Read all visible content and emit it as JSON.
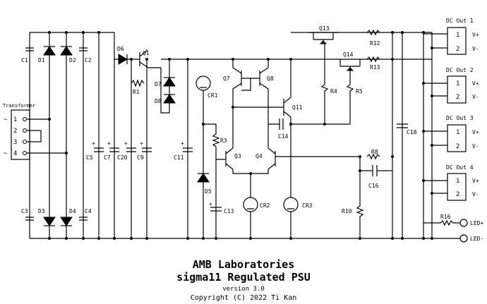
{
  "title": {
    "company": "AMB Laboratories",
    "product": "sigma11 Regulated PSU",
    "version": "version 3.0",
    "copyright": "Copyright (C) 2022 Ti Kan"
  },
  "transformer": {
    "label": "Transformer",
    "pins": [
      "1",
      "2",
      "3",
      "4"
    ],
    "ac_symbol": "~"
  },
  "components": {
    "C1": "C1",
    "C2": "C2",
    "C3": "C3",
    "C4": "C4",
    "D1": "D1",
    "D2": "D2",
    "D3": "D3",
    "D4": "D4",
    "C5": "C5",
    "C7": "C7",
    "C20": "C20",
    "C9": "C9",
    "C11": "C11",
    "C13": "C13",
    "C14": "C14",
    "C16": "C16",
    "C18": "C18",
    "D5": "D5",
    "D6": "D6",
    "D7": "D7",
    "D8": "D8",
    "Q1": "Q1",
    "Q3": "Q3",
    "Q4": "Q4",
    "Q7": "Q7",
    "Q8": "Q8",
    "Q11": "Q11",
    "Q13": "Q13",
    "Q14": "Q14",
    "R1": "R1",
    "R3": "R3",
    "R4": "R4",
    "R5": "R5",
    "R8": "R8",
    "R10": "R10",
    "R12": "R12",
    "R13": "R13",
    "R16": "R16",
    "CR1": "CR1",
    "CR2": "CR2",
    "CR3": "CR3"
  },
  "outputs": [
    {
      "label": "DC Out 1",
      "pin1": "1",
      "pin2": "2",
      "v_plus": "V+",
      "v_minus": "V-"
    },
    {
      "label": "DC Out 2",
      "pin1": "1",
      "pin2": "2",
      "v_plus": "V+",
      "v_minus": "V-"
    },
    {
      "label": "DC Out 3",
      "pin1": "1",
      "pin2": "2",
      "v_plus": "V+",
      "v_minus": "V-"
    },
    {
      "label": "DC Out 4",
      "pin1": "1",
      "pin2": "2",
      "v_plus": "V+",
      "v_minus": "V-"
    }
  ],
  "led": {
    "plus": "LED+",
    "minus": "LED-"
  },
  "plus_sign": "+"
}
